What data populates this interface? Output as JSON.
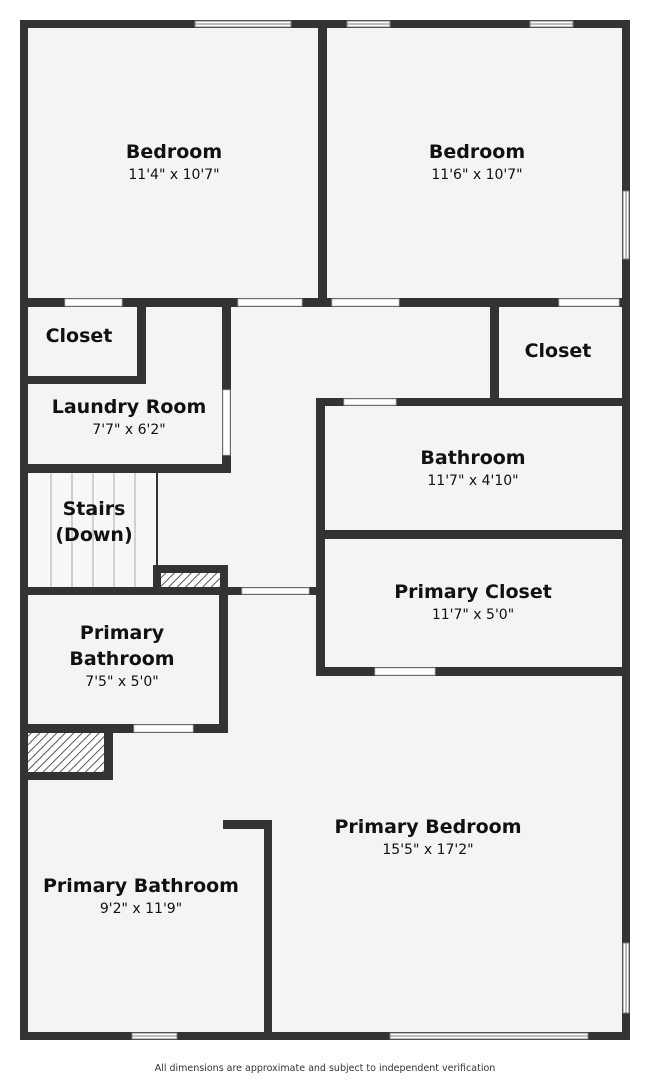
{
  "rooms": {
    "bedroom_left": {
      "name": "Bedroom",
      "dims": "11'4\" x 10'7\""
    },
    "bedroom_right": {
      "name": "Bedroom",
      "dims": "11'6\" x 10'7\""
    },
    "closet_left": {
      "name": "Closet"
    },
    "closet_right": {
      "name": "Closet"
    },
    "laundry": {
      "name": "Laundry Room",
      "dims": "7'7\" x 6'2\""
    },
    "bathroom": {
      "name": "Bathroom",
      "dims": "11'7\" x 4'10\""
    },
    "stairs": {
      "line1": "Stairs",
      "line2": "(Down)"
    },
    "primary_closet": {
      "name": "Primary Closet",
      "dims": "11'7\" x 5'0\""
    },
    "primary_bathroom_small": {
      "line1": "Primary",
      "line2": "Bathroom",
      "dims": "7'5\" x 5'0\""
    },
    "primary_bedroom": {
      "name": "Primary Bedroom",
      "dims": "15'5\" x 17'2\""
    },
    "primary_bathroom_large": {
      "name": "Primary Bathroom",
      "dims": "9'2\" x 11'9\""
    }
  },
  "footer": {
    "disclaimer": "All dimensions are approximate and subject to independent verification"
  },
  "colors": {
    "wall": "#333333",
    "floor": "#f4f4f4",
    "text": "#111111"
  }
}
